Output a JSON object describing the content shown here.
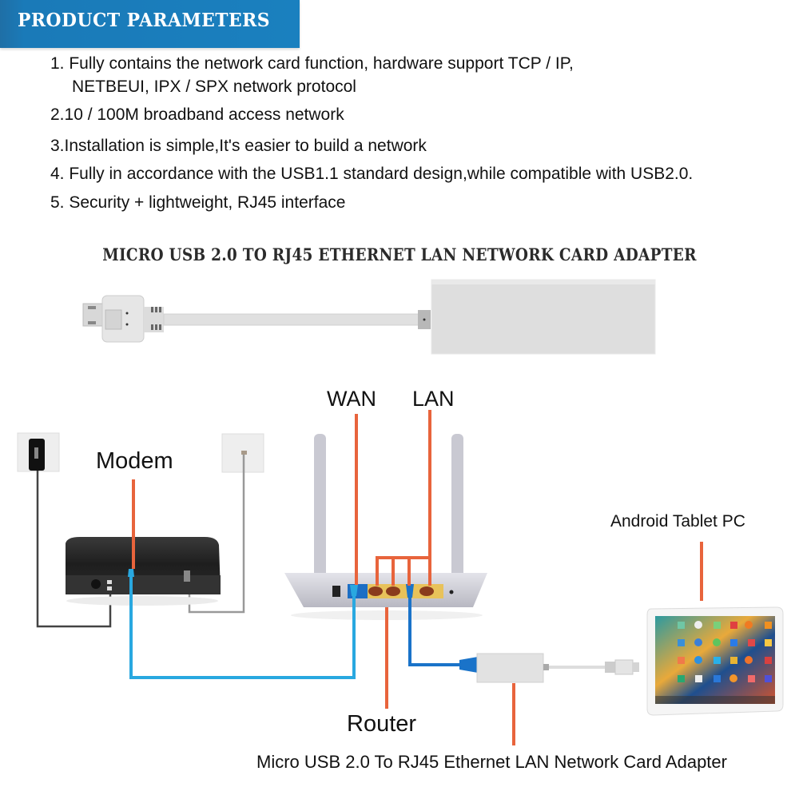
{
  "banner": {
    "title": "PRODUCT PARAMETERS",
    "color": "#1a80bf"
  },
  "parameters": [
    "1. Fully contains the network card function, hardware support TCP / IP,",
    "NETBEUI, IPX / SPX network protocol",
    "2.10 / 100M broadband access network",
    "3.Installation is simple,It's easier to build a network",
    "4. Fully in accordance with the USB1.1 standard design,while compatible with USB2.0.",
    "5. Security + lightweight, RJ45 interface"
  ],
  "product_heading": "MICRO USB 2.0 TO RJ45 ETHERNET LAN NETWORK CARD ADAPTER",
  "diagram": {
    "labels": {
      "modem": "Modem",
      "wan": "WAN",
      "lan": "LAN",
      "router": "Router",
      "tablet": "Android Tablet PC",
      "adapter": "Micro USB 2.0 To RJ45 Ethernet LAN Network Card Adapter"
    },
    "colors": {
      "callout": "#e8643c",
      "cable_light_blue": "#29a8e0",
      "cable_blue": "#1a73c9",
      "port_yellow": "#e8c25a"
    }
  }
}
